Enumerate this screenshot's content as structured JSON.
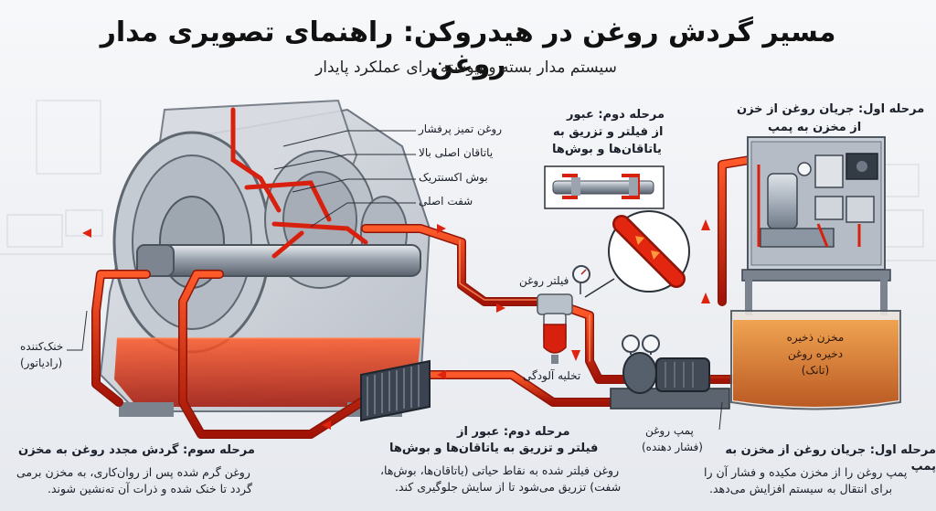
{
  "header": {
    "title": "مسیر گردش روغن در هیدروکن: راهنمای تصویری مدار روغن",
    "subtitle": "سیستم مدار بسته و پیوسته برای عملکرد پایدار"
  },
  "labels": {
    "clean_oil": "روغن تمیز پرفشار",
    "upper_bearing": "یاتاقان اصلی بالا",
    "eccentric_bushing": "بوش اکسنتریک",
    "main_shaft": "شفت اصلی",
    "oil_filter": "فیلتر روغن",
    "contaminant_drain": "تخلیه آلودگی",
    "cooler": "خنک‌کننده",
    "cooler_sub": "(رادیاتور)",
    "oil_pump": "پمپ روغن",
    "oil_pump_sub": "(فشار دهنده)",
    "reservoir_l1": "مخزن ذخیره",
    "reservoir_l2": "دخیره روغن",
    "reservoir_l3": "(تانک)"
  },
  "callouts": {
    "stage1_top": {
      "l1": "مرحله اول: جریان روغن از خزن",
      "l2": "از مخزن به پمپ"
    },
    "stage2_top": {
      "l1": "مرحله دوم: عبور",
      "l2": "از فیلتر و تزریق به",
      "l3": "یاتاقان‌ها و بوش‌ها"
    }
  },
  "captions": {
    "stage3": {
      "heading": "مرحله سوم: گردش مجدد روغن به مخزن",
      "l1": "روغن گرم شده پس از روان‌کاری، به مخزن برمی",
      "l2": "گردد تا خنک شده و ذرات آن ته‌نشین شوند."
    },
    "stage2": {
      "heading_l1": "مرحله دوم: عبور از",
      "heading_l2": "فیلتر و تزریق به یاتاقان‌ها و بوش‌ها",
      "l1": "روغن فیلتر شده به نقاط حیاتی (یاتاقان‌ها، بوش‌ها،",
      "l2": "شفت) تزریق می‌شود تا از سایش جلوگیری کند."
    },
    "stage1": {
      "heading": "مرحله اول: جریان روغن از مخزن به پمپ",
      "l1": "پمپ روغن را از مخزن مکیده و فشار آن را",
      "l2": "برای انتقال به سیستم افزایش می‌دهد."
    }
  },
  "colors": {
    "oil": "#d8200f",
    "oil_dark": "#9e1408",
    "oil_glow": "#ff7a3c",
    "tank_oil": "#e07a2a",
    "metal": "#8c96a3",
    "machine": "#c9ced6"
  }
}
